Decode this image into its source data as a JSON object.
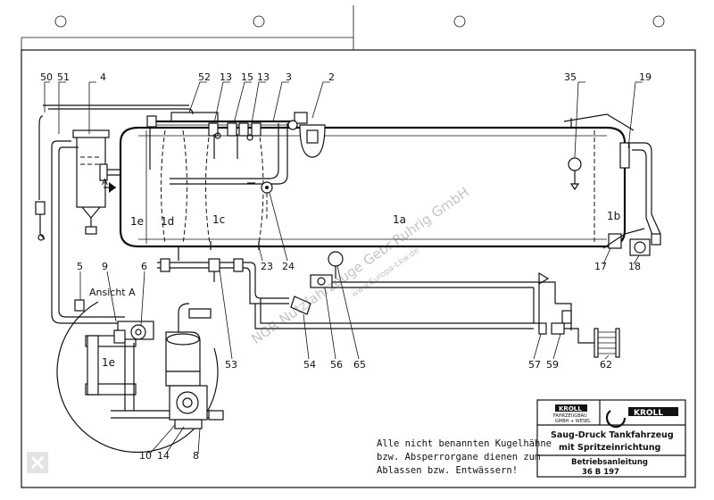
{
  "callouts": {
    "c50": "50",
    "c51": "51",
    "c4": "4",
    "c52": "52",
    "c13a": "13",
    "c15": "15",
    "c13b": "13",
    "c3": "3",
    "c2": "2",
    "c35": "35",
    "c19": "19",
    "c5": "5",
    "c9": "9",
    "c6": "6",
    "c53": "53",
    "c23": "23",
    "c24": "24",
    "c54": "54",
    "c56": "56",
    "c65": "65",
    "c57": "57",
    "c59": "59",
    "c62": "62",
    "c17": "17",
    "c18": "18",
    "c10": "10",
    "c14": "14",
    "c8": "8"
  },
  "sections": {
    "s1a": "1a",
    "s1b": "1b",
    "s1c": "1c",
    "s1d": "1d",
    "s1e": "1e",
    "s1e_detail": "1e"
  },
  "markers": {
    "arrow_a": "A",
    "view_a": "Ansicht A"
  },
  "watermark": {
    "line1": "NGR Nutzfahrzeuge Gebr.Ruhrig GmbH",
    "line2": "www.Europa-Lkw.de"
  },
  "note": {
    "line1": "Alle nicht benannten Kugelhähne",
    "line2": "bzw. Absperrorgane dienen zum",
    "line3": "Ablassen bzw. Entwässern!"
  },
  "title_block": {
    "logo_text_left": "KROLL",
    "logo_sub_left_1": "FAHRZEUGBAU",
    "logo_sub_left_2": "GMBH + WESEL",
    "logo_text_right": "KROLL",
    "title_line1": "Saug-Druck Tankfahrzeug",
    "title_line2": "mit Spritzeinrichtung",
    "doc_line1": "Betriebsanleitung",
    "doc_line2": "36 B 197"
  }
}
